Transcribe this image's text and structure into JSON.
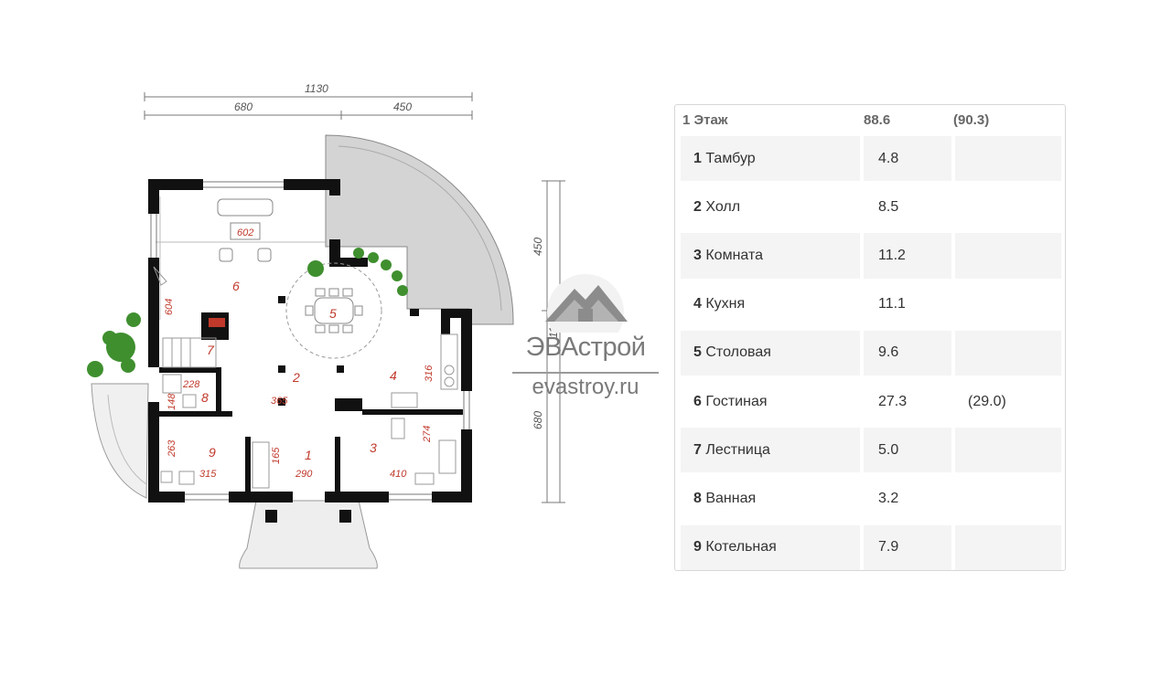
{
  "plan": {
    "overall_dims": {
      "top_total": "1130",
      "top_left": "680",
      "top_right": "450",
      "right_top": "450",
      "right_total": "1130",
      "right_bottom": "680"
    },
    "rooms": [
      {
        "num": "1",
        "dims": [
          "165",
          "290"
        ]
      },
      {
        "num": "2",
        "dims": [
          "365"
        ]
      },
      {
        "num": "3",
        "dims": [
          "274",
          "410"
        ]
      },
      {
        "num": "4",
        "dims": [
          "316"
        ]
      },
      {
        "num": "5",
        "dims": []
      },
      {
        "num": "6",
        "dims": [
          "602",
          "604"
        ]
      },
      {
        "num": "7",
        "dims": []
      },
      {
        "num": "8",
        "dims": [
          "228",
          "148"
        ]
      },
      {
        "num": "9",
        "dims": [
          "263",
          "315"
        ]
      }
    ]
  },
  "watermark": {
    "brand": "ЭВАстрой",
    "site": "evastroy.ru"
  },
  "table": {
    "header": {
      "name": "1 Этаж",
      "area": "88.6",
      "total": "(90.3)"
    },
    "rows": [
      {
        "num": "1",
        "name": "Тамбур",
        "area": "4.8",
        "extra": ""
      },
      {
        "num": "2",
        "name": "Холл",
        "area": "8.5",
        "extra": ""
      },
      {
        "num": "3",
        "name": "Комната",
        "area": "11.2",
        "extra": ""
      },
      {
        "num": "4",
        "name": "Кухня",
        "area": "11.1",
        "extra": ""
      },
      {
        "num": "5",
        "name": "Столовая",
        "area": "9.6",
        "extra": ""
      },
      {
        "num": "6",
        "name": "Гостиная",
        "area": "27.3",
        "extra": "(29.0)"
      },
      {
        "num": "7",
        "name": "Лестница",
        "area": "5.0",
        "extra": ""
      },
      {
        "num": "8",
        "name": "Ванная",
        "area": "3.2",
        "extra": ""
      },
      {
        "num": "9",
        "name": "Котельная",
        "area": "7.9",
        "extra": ""
      }
    ]
  },
  "colors": {
    "wall": "#111111",
    "room_label": "#c0392b",
    "terrace_fill": "#d4d4d4",
    "plant": "#3f8f2f",
    "table_shade": "#f4f4f4"
  }
}
